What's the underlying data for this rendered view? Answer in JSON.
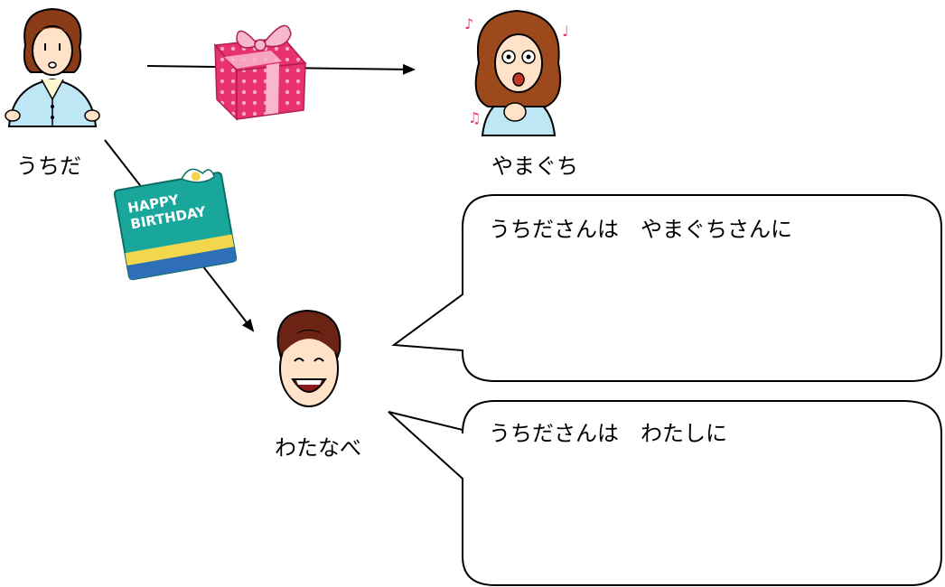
{
  "people": {
    "uchida": {
      "label": "うちだ"
    },
    "yamaguchi": {
      "label": "やまぐち"
    },
    "watanabe": {
      "label": "わたなべ"
    }
  },
  "gifts": {
    "pink_box": {
      "icon": "gift-box-icon"
    },
    "birthday_box": {
      "icon": "birthday-gift-icon",
      "text_line1": "HAPPY",
      "text_line2": "BIRTHDAY"
    }
  },
  "bubbles": {
    "top": {
      "text": "うちださんは　やまぐちさんに"
    },
    "bottom": {
      "text": "うちださんは　わたしに"
    }
  },
  "colors": {
    "pink": "#e8316f",
    "teal": "#1aa79b",
    "shirt_blue": "#bfe6f5"
  }
}
